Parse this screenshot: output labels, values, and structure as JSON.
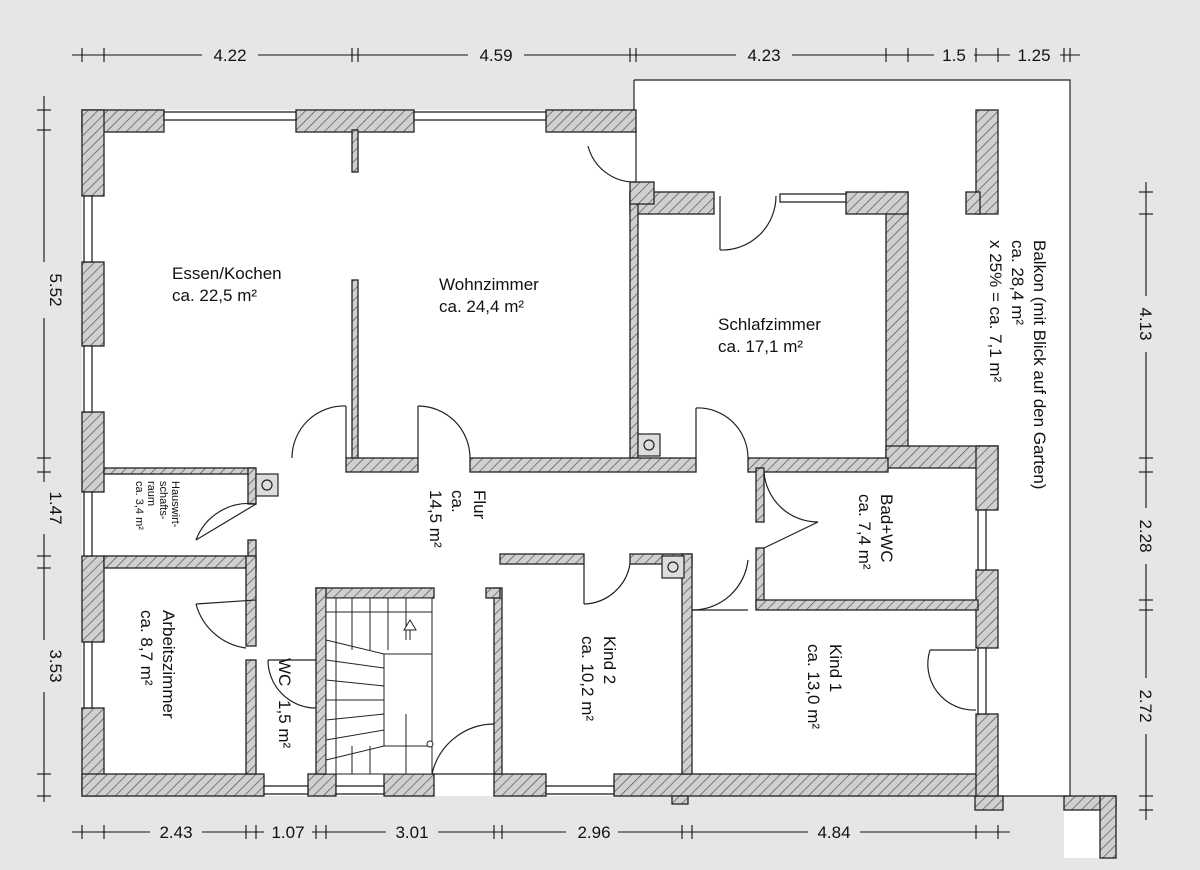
{
  "colors": {
    "background": "#e6e6e6",
    "floor": "#ffffff",
    "wall_outline": "#222222",
    "hatch": "#555555",
    "wall_fill": "#c8c8c8"
  },
  "dimensions": {
    "top": [
      "4.22",
      "4.59",
      "4.23",
      "1.5",
      "1.25"
    ],
    "bottom": [
      "2.43",
      "1.07",
      "3.01",
      "2.96",
      "4.84"
    ],
    "left": [
      "5.52",
      "1.47",
      "3.53"
    ],
    "right": [
      "4.13",
      "2.28",
      "2.72"
    ]
  },
  "rooms": {
    "essen_kochen": {
      "name": "Essen/Kochen",
      "area": "ca. 22,5 m²"
    },
    "wohnzimmer": {
      "name": "Wohnzimmer",
      "area": "ca. 24,4 m²"
    },
    "schlafzimmer": {
      "name": "Schlafzimmer",
      "area": "ca. 17,1 m²"
    },
    "balkon": {
      "line1": "Balkon (mit Blick auf den Garten)",
      "line2": "ca. 28,4 m²",
      "line3": "x 25% = ca. 7,1 m²"
    },
    "flur": {
      "name": "Flur",
      "line2": "ca.",
      "area": "14,5 m²"
    },
    "hauswirtschaft": {
      "line1": "Hauswirt-",
      "line2": "schafts-",
      "line3": "raum",
      "line4": "ca. 3,4 m²"
    },
    "bad_wc": {
      "name": "Bad+WC",
      "area": "ca. 7,4 m²"
    },
    "arbeitszimmer": {
      "name": "Arbeitszimmer",
      "area": "ca. 8,7 m²"
    },
    "wc": {
      "name": "WC",
      "area": "1,5 m²"
    },
    "kind2": {
      "name": "Kind 2",
      "area": "ca. 10,2 m²"
    },
    "kind1": {
      "name": "Kind 1",
      "area": "ca. 13,0 m²"
    }
  }
}
